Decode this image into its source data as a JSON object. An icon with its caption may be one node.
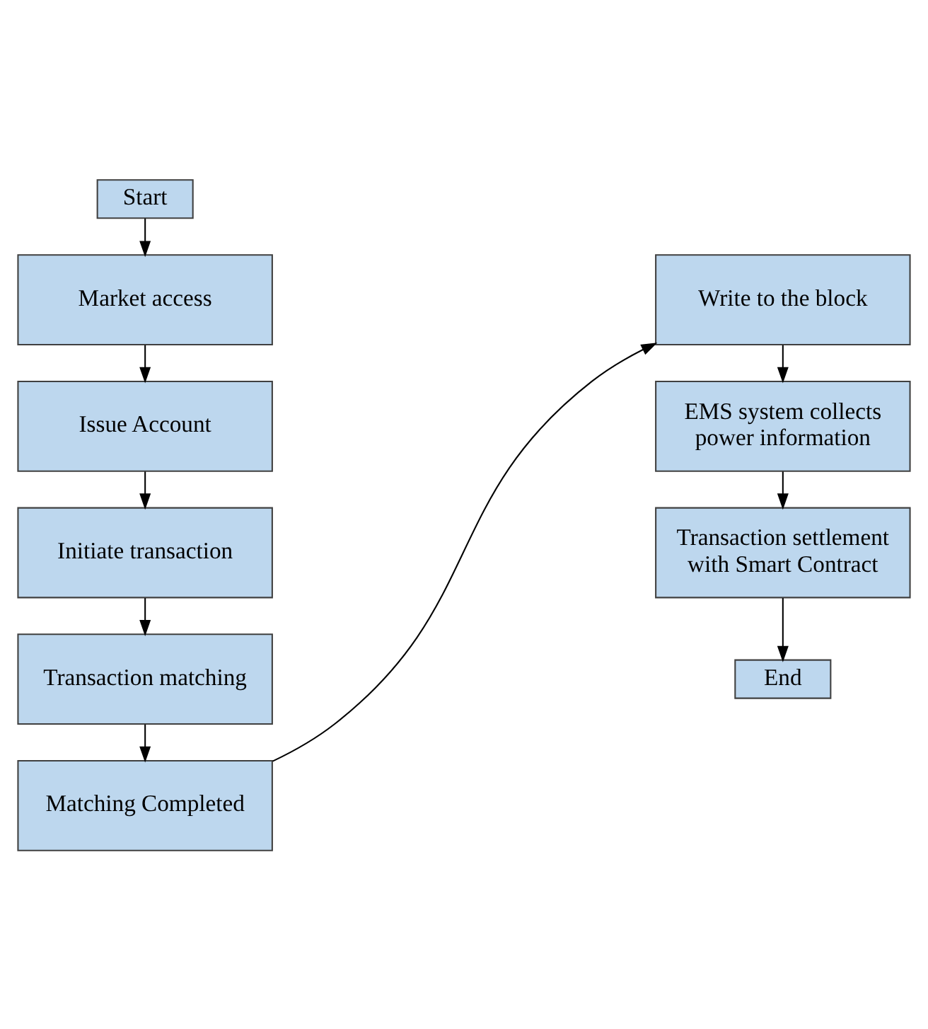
{
  "diagram": {
    "nodes": [
      {
        "text": [
          "Start"
        ]
      },
      {
        "text": [
          "Market access"
        ]
      },
      {
        "text": [
          "Issue Account"
        ]
      },
      {
        "text": [
          "Initiate transaction"
        ]
      },
      {
        "text": [
          "Transaction matching"
        ]
      },
      {
        "text": [
          "Matching Completed"
        ]
      },
      {
        "text": [
          "Write to the block"
        ]
      },
      {
        "text": [
          "EMS system collects power information"
        ]
      },
      {
        "text": [
          "Transaction settlement with Smart Contract"
        ]
      },
      {
        "text": [
          "End"
        ]
      }
    ],
    "edges": [
      {
        "from": 0,
        "to": 1,
        "arrow": "to"
      },
      {
        "from": 1,
        "to": 2,
        "arrow": "to"
      },
      {
        "from": 2,
        "to": 3,
        "arrow": "to"
      },
      {
        "from": 3,
        "to": 4,
        "arrow": "to"
      },
      {
        "from": 4,
        "to": 5,
        "arrow": "to"
      },
      {
        "from": 5,
        "to": 6,
        "arrow": "to"
      },
      {
        "from": 6,
        "to": 7,
        "arrow": "to"
      },
      {
        "from": 7,
        "to": 8,
        "arrow": "to"
      },
      {
        "from": 8,
        "to": 9,
        "arrow": "to"
      }
    ]
  }
}
